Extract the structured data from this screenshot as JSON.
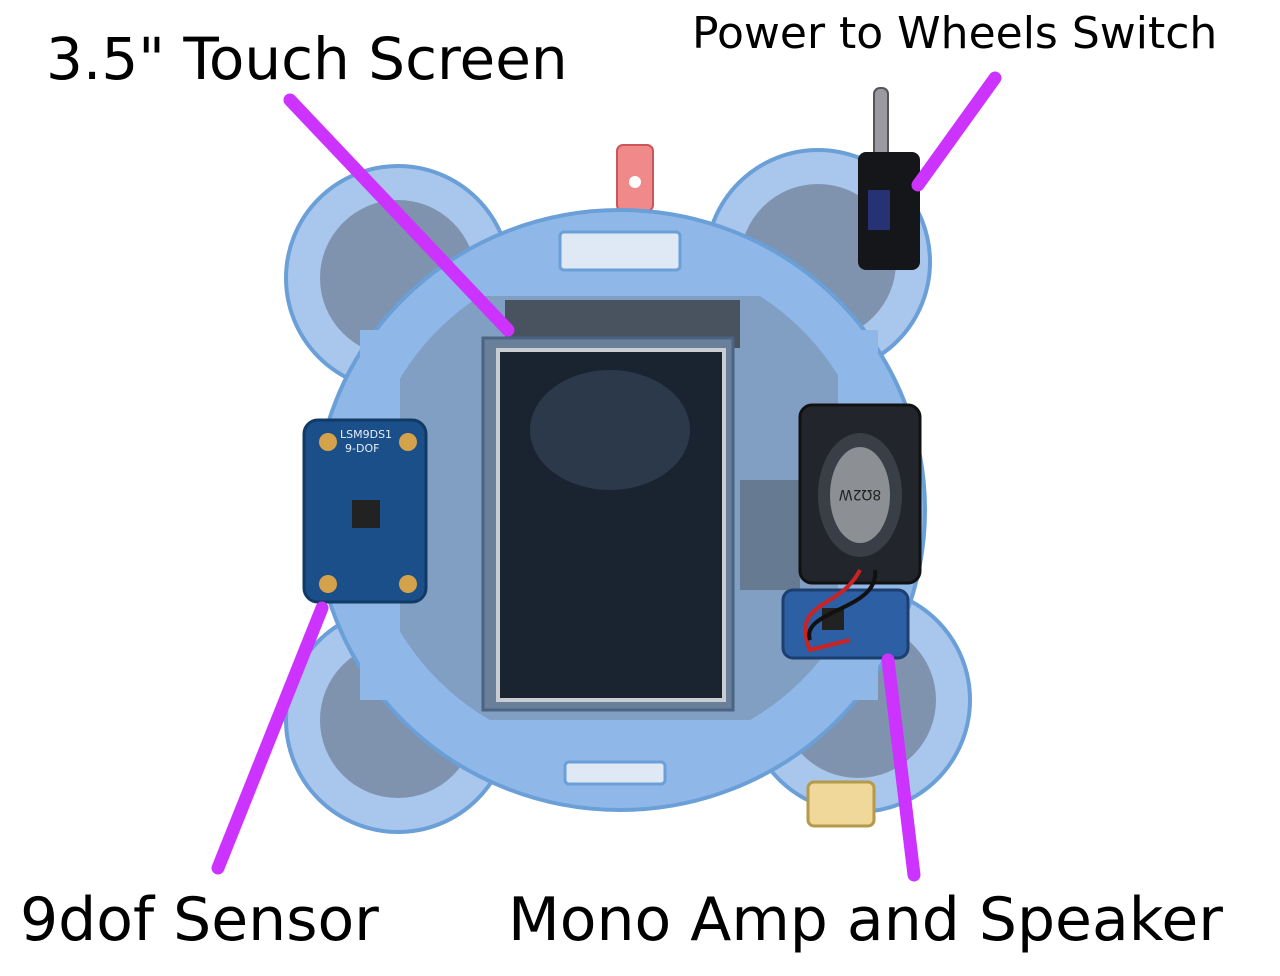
{
  "labels": {
    "screen": "3.5\" Touch Screen",
    "switch": "Power to Wheels Switch",
    "sensor": "9dof Sensor",
    "speaker": "Mono Amp and Speaker"
  },
  "sensor_board": {
    "title": "LSM9DS1",
    "subtitle": "9-DOF"
  },
  "speaker": {
    "rating": "8Ω2W"
  },
  "colors": {
    "leader_line": "#cc33ff",
    "chassis": "#8fb8e8",
    "chassis_dark": "#6a9fd8",
    "sensor_pcb": "#1b4f8a",
    "display": "#1a2431"
  }
}
